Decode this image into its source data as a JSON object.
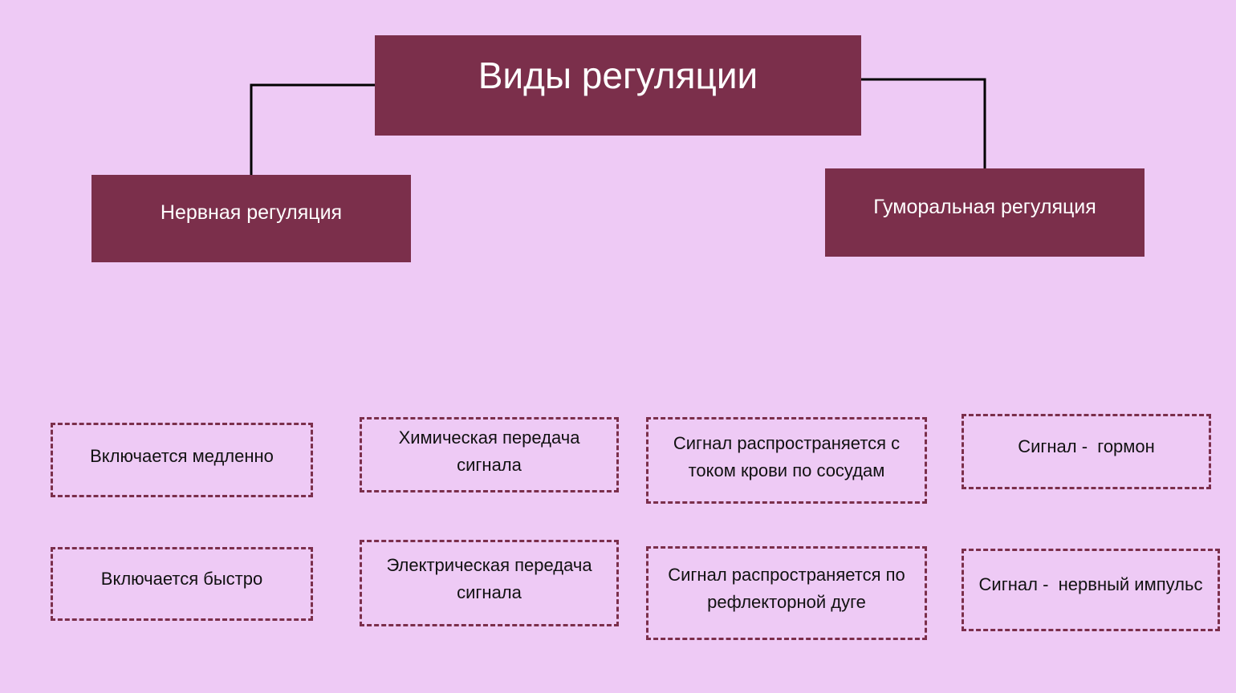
{
  "title": "Виды регуляции",
  "categories": {
    "nervous": "Нервная регуляция",
    "humoral": "Гуморальная регуляция"
  },
  "cards": [
    {
      "text": "Включается медленно"
    },
    {
      "line1": "Химическая передача",
      "line2": "сигнала"
    },
    {
      "line1": "Сигнал распространяется с",
      "line2": "током крови по сосудам"
    },
    {
      "text": "Сигнал -  гормон"
    },
    {
      "text": "Включается быстро"
    },
    {
      "line1": "Электрическая передача",
      "line2": "сигнала"
    },
    {
      "line1": "Сигнал распространяется по",
      "line2": "рефлекторной дуге"
    },
    {
      "text": "Сигнал -  нервный импульс"
    }
  ],
  "colors": {
    "background": "#eecaf5",
    "box": "#7b2f4b"
  }
}
